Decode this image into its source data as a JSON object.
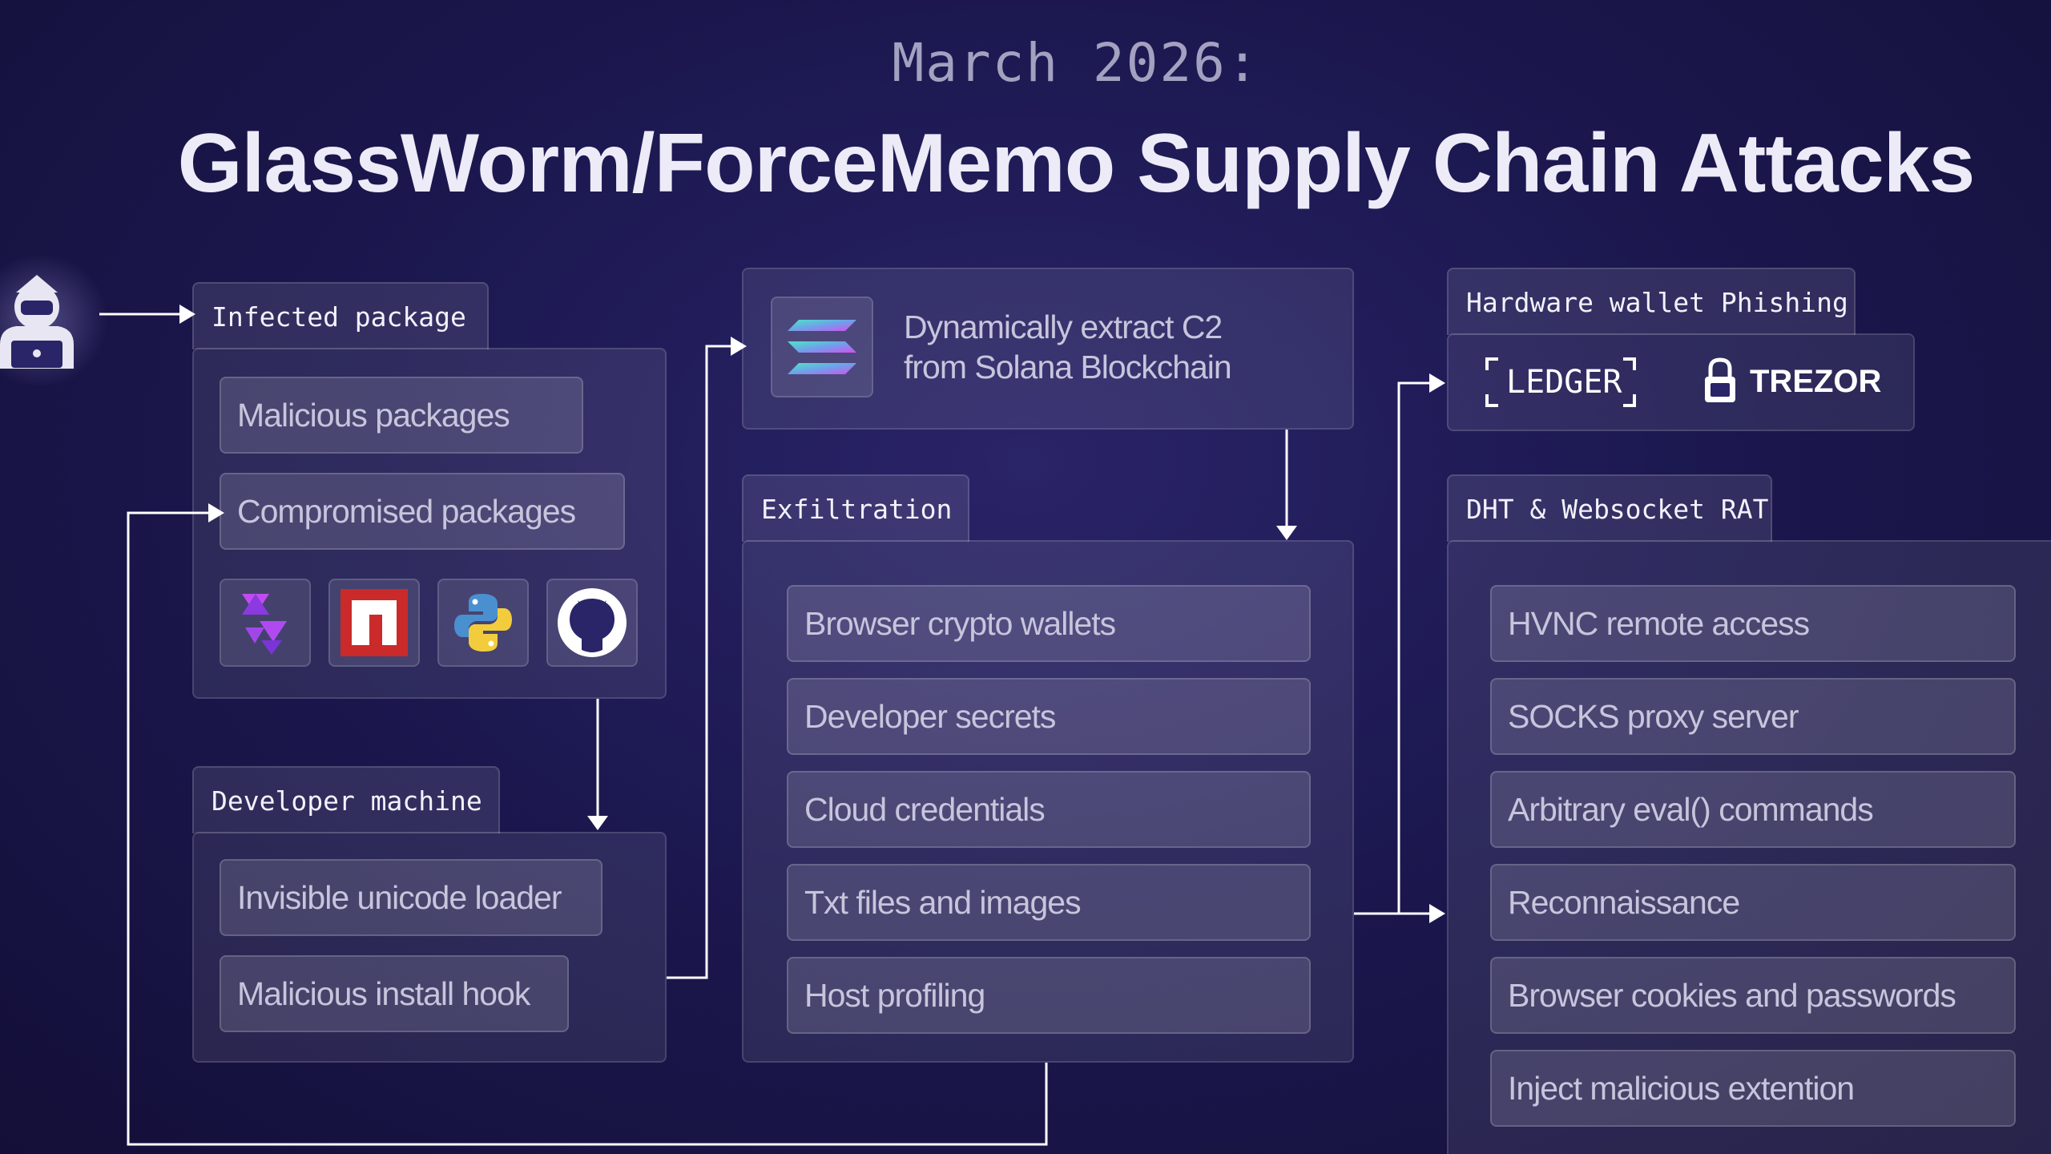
{
  "header": {
    "subtitle": "March 2026:",
    "title": "GlassWorm/ForceMemo Supply Chain Attacks"
  },
  "infected_package": {
    "tab": "Infected package",
    "items": [
      "Malicious packages",
      "Compromised packages"
    ],
    "icons": [
      "open-vsx-icon",
      "npm-icon",
      "python-icon",
      "github-icon"
    ]
  },
  "developer_machine": {
    "tab": "Developer machine",
    "items": [
      "Invisible unicode loader",
      "Malicious install hook"
    ]
  },
  "c2": {
    "icon": "solana-icon",
    "line1": "Dynamically extract C2",
    "line2": "from Solana Blockchain"
  },
  "exfiltration": {
    "tab": "Exfiltration",
    "items": [
      "Browser crypto wallets",
      "Developer secrets",
      "Cloud credentials",
      "Txt files and images",
      "Host profiling"
    ]
  },
  "hardware_wallet": {
    "tab": "Hardware wallet Phishing",
    "ledger": "LEDGER",
    "trezor": "TREZOR"
  },
  "rat": {
    "tab": "DHT & Websocket RAT",
    "items": [
      "HVNC remote access",
      "SOCKS proxy server",
      "Arbitrary eval() commands",
      "Reconnaissance",
      "Browser cookies and passwords",
      "Inject malicious extention"
    ]
  },
  "colors": {
    "background": "#1c1850",
    "line": "#ffffff",
    "npm_red": "#cb2a2a",
    "solana_gradient": [
      "#4de5c7",
      "#9a55f0"
    ]
  }
}
